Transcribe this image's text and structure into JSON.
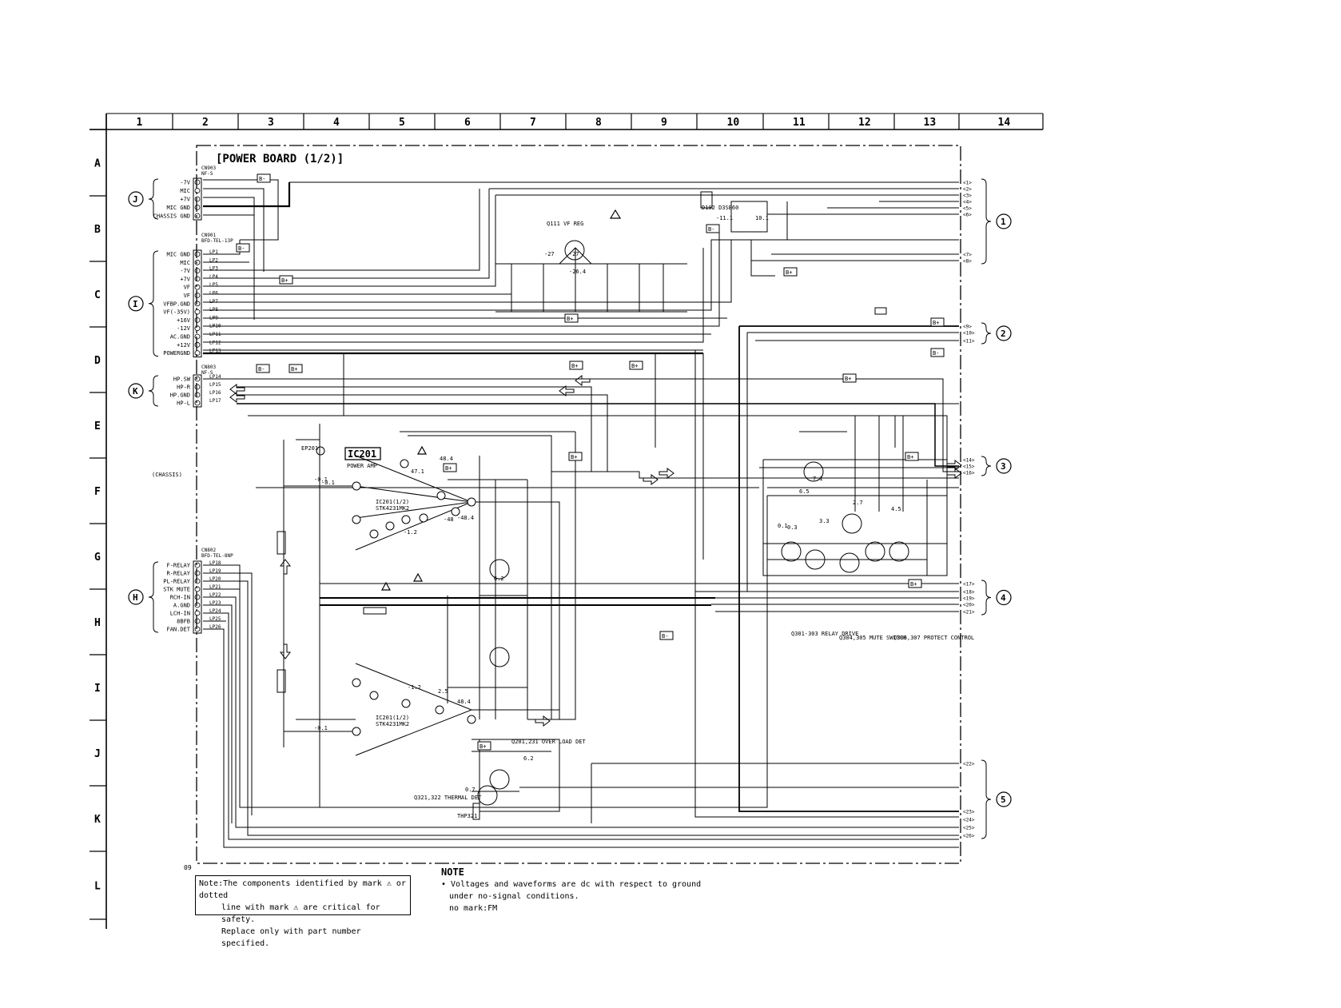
{
  "header": {
    "columns": [
      "1",
      "2",
      "3",
      "4",
      "5",
      "6",
      "7",
      "8",
      "9",
      "10",
      "11",
      "12",
      "13",
      "14"
    ],
    "rows": [
      "A",
      "B",
      "C",
      "D",
      "E",
      "F",
      "G",
      "H",
      "I",
      "J",
      "K",
      "L"
    ]
  },
  "board_title": "[POWER BOARD (1/2)]",
  "sheet_code": "09",
  "connectors": {
    "J": {
      "label": "J",
      "ref": "CN903",
      "sub": "NF-S",
      "pins": [
        "-7V",
        "MIC",
        "+7V",
        "MIC GND",
        "CHASSIS GND"
      ]
    },
    "I": {
      "label": "I",
      "ref": "CN901",
      "sub": "BFD-TEL-13P",
      "pins": [
        "MIC GND",
        "MIC",
        "-7V",
        "+7V",
        "VF",
        "VF",
        "VFBP.GND",
        "VF(-35V)",
        "+16V",
        "-12V",
        "AC.GND",
        "+12V",
        "POWERGND"
      ],
      "nets": [
        "LP1",
        "LP2",
        "LP3",
        "LP4",
        "LP5",
        "LP6",
        "LP7",
        "LP8",
        "LP9",
        "LP10",
        "LP11",
        "LP12",
        "LP13"
      ]
    },
    "K": {
      "label": "K",
      "ref": "CN803",
      "sub": "NF-S",
      "pins": [
        "HP.SW",
        "HP-R",
        "HP.GND",
        "HP-L"
      ],
      "nets": [
        "LP14",
        "LP15",
        "LP16",
        "LP17"
      ]
    },
    "H": {
      "label": "H",
      "ref": "CN802",
      "sub": "BFD-TEL-8NP",
      "pins": [
        "F-RELAY",
        "R-RELAY",
        "PL-RELAY",
        "STK MUTE",
        "RCH-IN",
        "A.GND",
        "LCH-IN",
        "8BFB",
        "FAN.DET"
      ],
      "nets": [
        "LP18",
        "LP19",
        "LP20",
        "LP21",
        "LP22",
        "LP23",
        "LP24",
        "LP25",
        "LP26"
      ]
    }
  },
  "right_groups": [
    {
      "num": "1",
      "pins": [
        "<1>",
        "<2>",
        "<3>",
        "<4>",
        "<5>",
        "<6>",
        "<7>",
        "<8>"
      ]
    },
    {
      "num": "2",
      "pins": [
        "<9>",
        "<10>",
        "<11>"
      ]
    },
    {
      "num": "3",
      "pins": [
        "<14>",
        "<15>",
        "<16>"
      ]
    },
    {
      "num": "4",
      "pins": [
        "<17>",
        "<18>",
        "<19>",
        "<20>",
        "<21>"
      ]
    },
    {
      "num": "5",
      "pins": [
        "<22>",
        "<23>",
        "<24>",
        "<25>",
        "<26>"
      ]
    }
  ],
  "ic": {
    "name": "IC201",
    "func": "POWER AMP",
    "part": "STK4231MK2",
    "sub1": "IC201(1/2)",
    "sub2": "IC201(1/2)"
  },
  "components": {
    "q111": "Q111 VF REG",
    "q201": "Q201,231 OVER LOAD DET",
    "q321": "Q321,322 THERMAL DET",
    "q301": "Q301-303 RELAY DRIVE",
    "q304": "Q304,305 MUTE SWITCH",
    "q306": "Q306,307 PROTECT CONTROL",
    "d102": "D102 D3SB60",
    "chassis": "(CHASSIS)",
    "thp": "THP321",
    "ep": "EP201"
  },
  "voltages": [
    "-27",
    "-27",
    "-26.4",
    "-11.1",
    "10.1",
    "47.1",
    "48.4",
    "-0.1",
    "-0.1",
    "-1.2",
    "-48.4",
    "48.4",
    "-48",
    "6.2",
    "-1.2",
    "2.5",
    "7.1",
    "6.5",
    "2.7",
    "4.5",
    "6.2",
    "0.7",
    "3.3",
    "0.3",
    "0.1",
    "-0.1"
  ],
  "note_box": {
    "line1": "Note:The components identified by mark ⚠ or dotted",
    "line2": "line with mark ⚠ are critical for safety.",
    "line3": "Replace only with part number specified."
  },
  "note": {
    "heading": "NOTE",
    "line1": "• Voltages and waveforms are dc with respect to ground",
    "line2": "under no-signal conditions.",
    "line3": "no mark:FM"
  },
  "marks": {
    "bplus": "B+",
    "bminus": "B-"
  }
}
